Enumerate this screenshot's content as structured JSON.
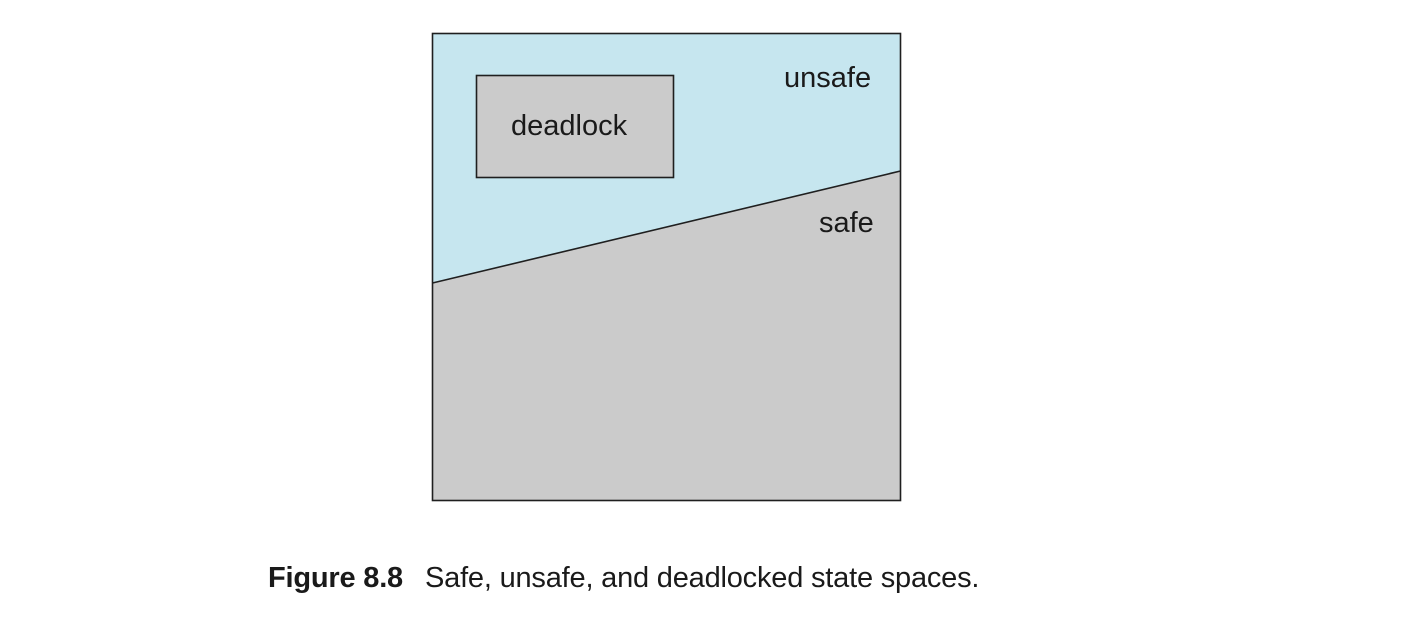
{
  "figure": {
    "number": "Figure 8.8",
    "caption": "Safe, unsafe, and deadlocked state spaces."
  },
  "diagram": {
    "regions": [
      {
        "id": "unsafe",
        "label": "unsafe",
        "fill": "#c6e6ef"
      },
      {
        "id": "safe",
        "label": "safe",
        "fill": "#cbcbcb"
      },
      {
        "id": "deadlock",
        "label": "deadlock",
        "fill": "#cbcbcb"
      }
    ],
    "stroke_color": "#1f1f1f"
  }
}
